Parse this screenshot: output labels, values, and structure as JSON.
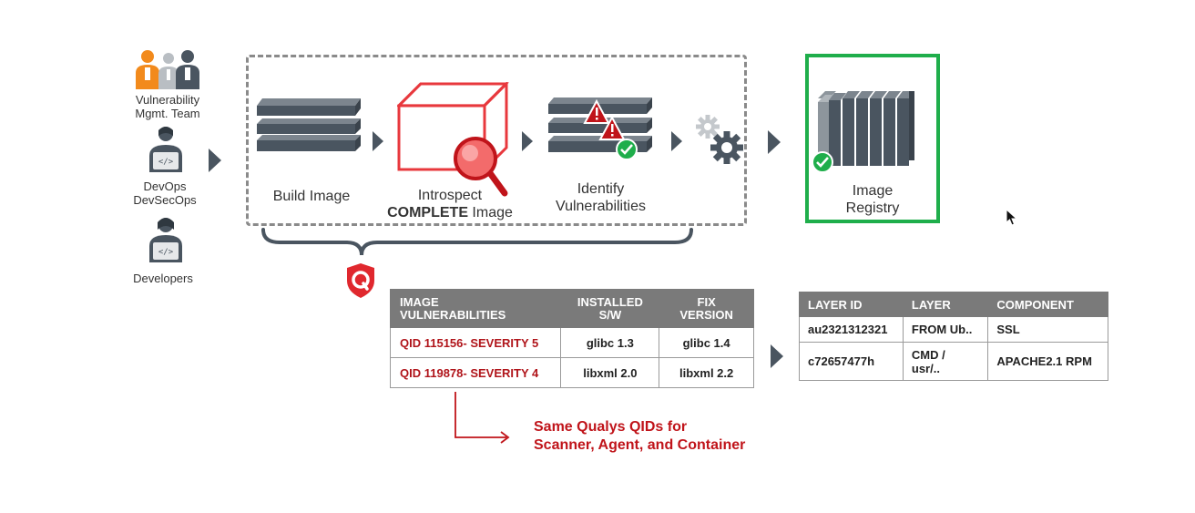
{
  "personas": [
    {
      "label": "Vulnerability\nMgmt. Team",
      "icon": "team-icon"
    },
    {
      "label": "DevOps\nDevSecOps",
      "icon": "devops-person-icon"
    },
    {
      "label": "Developers",
      "icon": "developer-person-icon"
    }
  ],
  "steps": {
    "build": "Build Image",
    "introspect_line1": "Introspect",
    "introspect_bold": "COMPLETE",
    "introspect_rest": " Image",
    "identify": "Identify\nVulnerabilities",
    "registry": "Image\nRegistry"
  },
  "vuln_table": {
    "headers": [
      "IMAGE\nVULNERABILITIES",
      "INSTALLED\nS/W",
      "FIX\nVERSION"
    ],
    "rows": [
      [
        "QID 115156- SEVERITY 5",
        "glibc 1.3",
        "glibc 1.4"
      ],
      [
        "QID 119878- SEVERITY 4",
        "libxml 2.0",
        "libxml 2.2"
      ]
    ]
  },
  "layer_table": {
    "headers": [
      "LAYER ID",
      "LAYER",
      "COMPONENT"
    ],
    "rows": [
      [
        "au2321312321",
        "FROM Ub..",
        "SSL"
      ],
      [
        "c72657477h",
        "CMD /\nusr/..",
        "APACHE2.1 RPM"
      ]
    ]
  },
  "note": "Same Qualys QIDs for\nScanner, Agent, and Container",
  "colors": {
    "accent_red": "#c0141a",
    "registry_green": "#1fae4b",
    "slate": "#4a5560",
    "header_gray": "#7a7a7a",
    "orange": "#f28a1c"
  }
}
